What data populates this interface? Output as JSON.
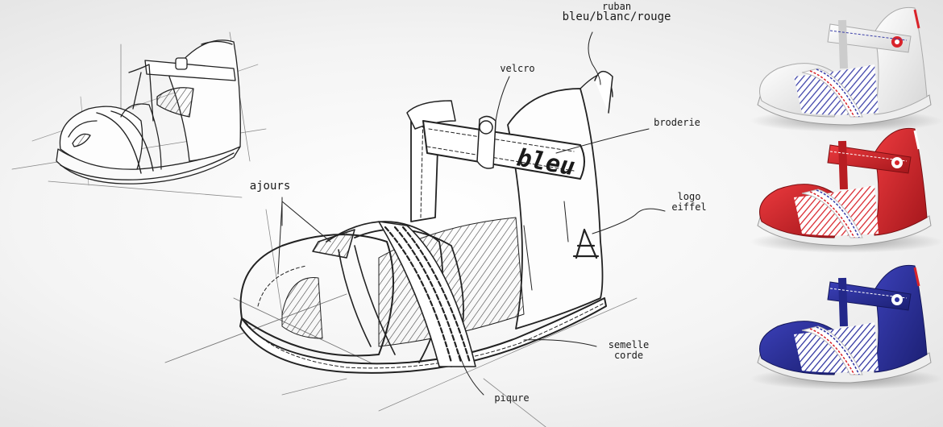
{
  "annotations": {
    "ruban_line1": "ruban",
    "ruban_line2": "bleu/blanc/rouge",
    "velcro": "velcro",
    "broderie": "broderie",
    "logo_line1": "logo",
    "logo_line2": "eiffel",
    "ajours": "ajours",
    "semelle_line1": "semelle",
    "semelle_line2": "corde",
    "piqure": "piqure"
  },
  "embroidery_text": "bleu",
  "colorways": [
    {
      "name": "white",
      "upper": "#f5f5f5",
      "shade": "#d9d9d9",
      "stripe": "#3a3fa8"
    },
    {
      "name": "red",
      "upper": "#d9232a",
      "shade": "#a3161b",
      "stripe": "#d9232a"
    },
    {
      "name": "blue",
      "upper": "#2a2f9e",
      "shade": "#1b1f72",
      "stripe": "#2a2f9e"
    }
  ]
}
